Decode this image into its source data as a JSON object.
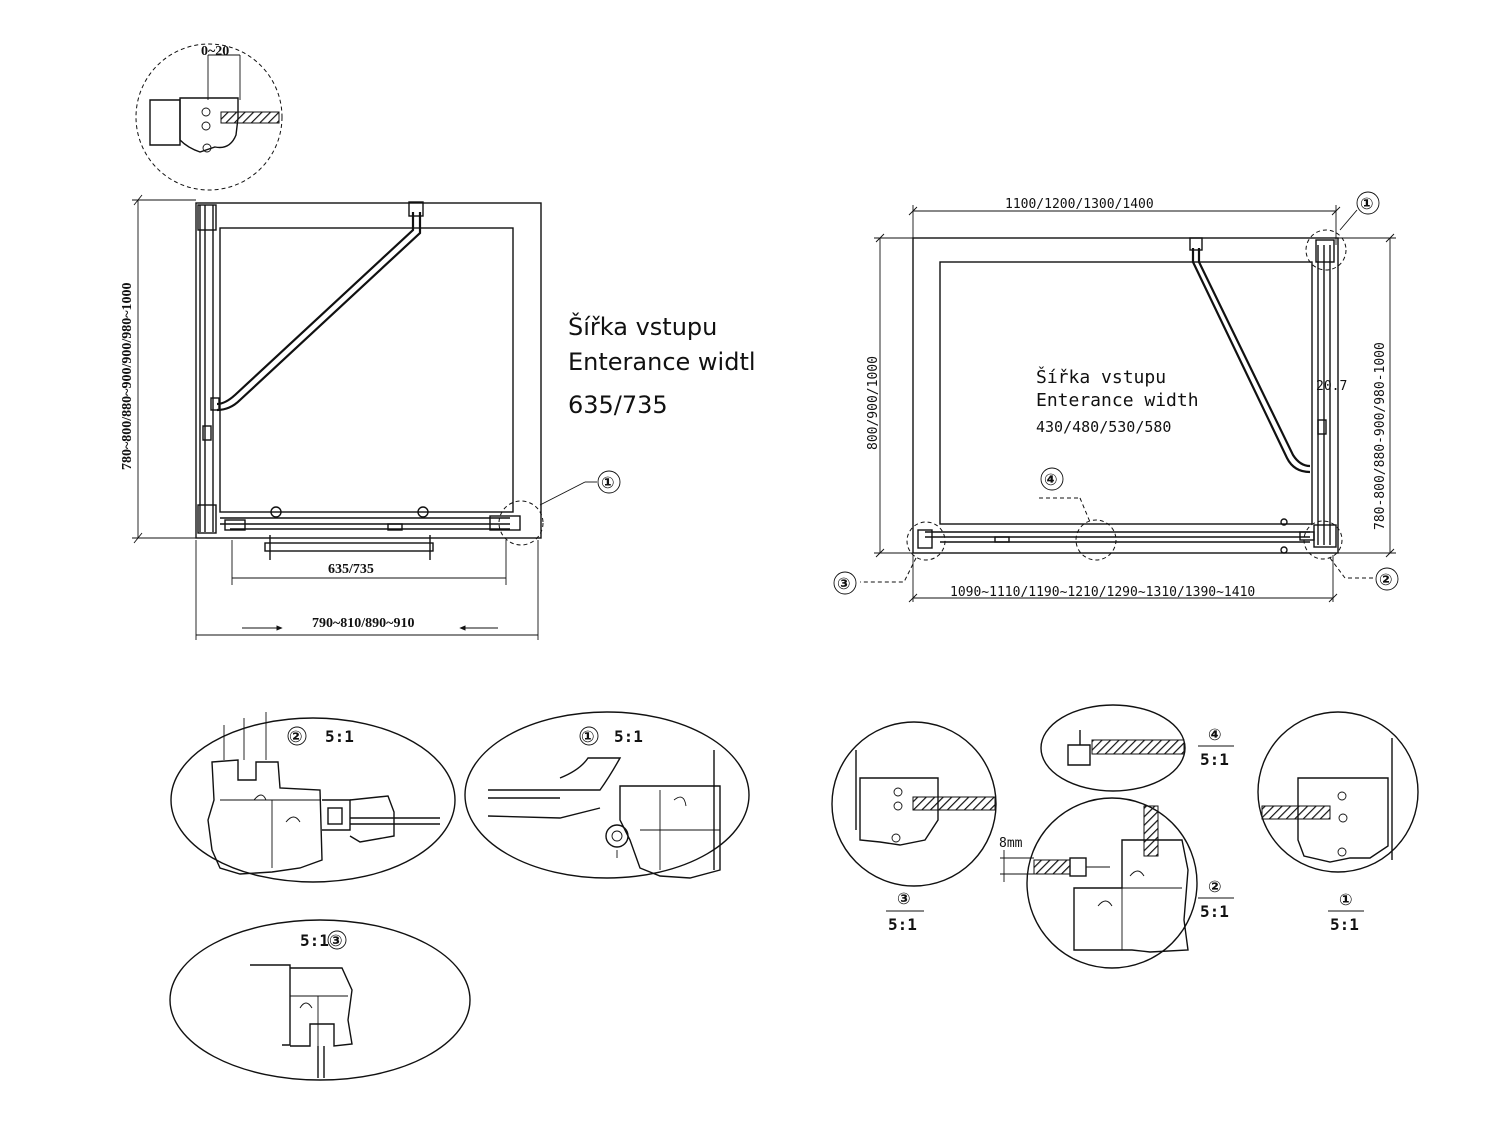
{
  "left_plan": {
    "detail_top_dim": "0~20",
    "height_dim": "780~800/880~900/900/980~1000",
    "entrance_cz": "Šířka vstupu",
    "entrance_en": "Enterance widtl",
    "entrance_value": "635/735",
    "inner_dim": "635/735",
    "width_dim": "790~810/890~910",
    "callout": "①"
  },
  "right_plan": {
    "top_dim": "1100/1200/1300/1400",
    "left_dim": "800/900/1000",
    "right_dim": "780-800/880-900/980-1000",
    "bottom_dim": "1090~1110/1190~1210/1290~1310/1390~1410",
    "entrance_cz": "Šířka vstupu",
    "entrance_en": "Enterance width",
    "entrance_value": "430/480/530/580",
    "small_dim": "20.7",
    "callout_1": "①",
    "callout_2": "②",
    "callout_3": "③",
    "callout_4": "④"
  },
  "details_left": {
    "d2_num": "②",
    "d2_scale": "5:1",
    "d1_num": "①",
    "d1_scale": "5:1",
    "d3_scale": "5:1",
    "d3_num": "③"
  },
  "details_right": {
    "d3_num": "③",
    "d3_scale": "5:1",
    "d4_num": "④",
    "d4_scale": "5:1",
    "d2_num": "②",
    "d2_scale": "5:1",
    "d2_gap": "8mm",
    "d1_num": "①",
    "d1_scale": "5:1"
  }
}
